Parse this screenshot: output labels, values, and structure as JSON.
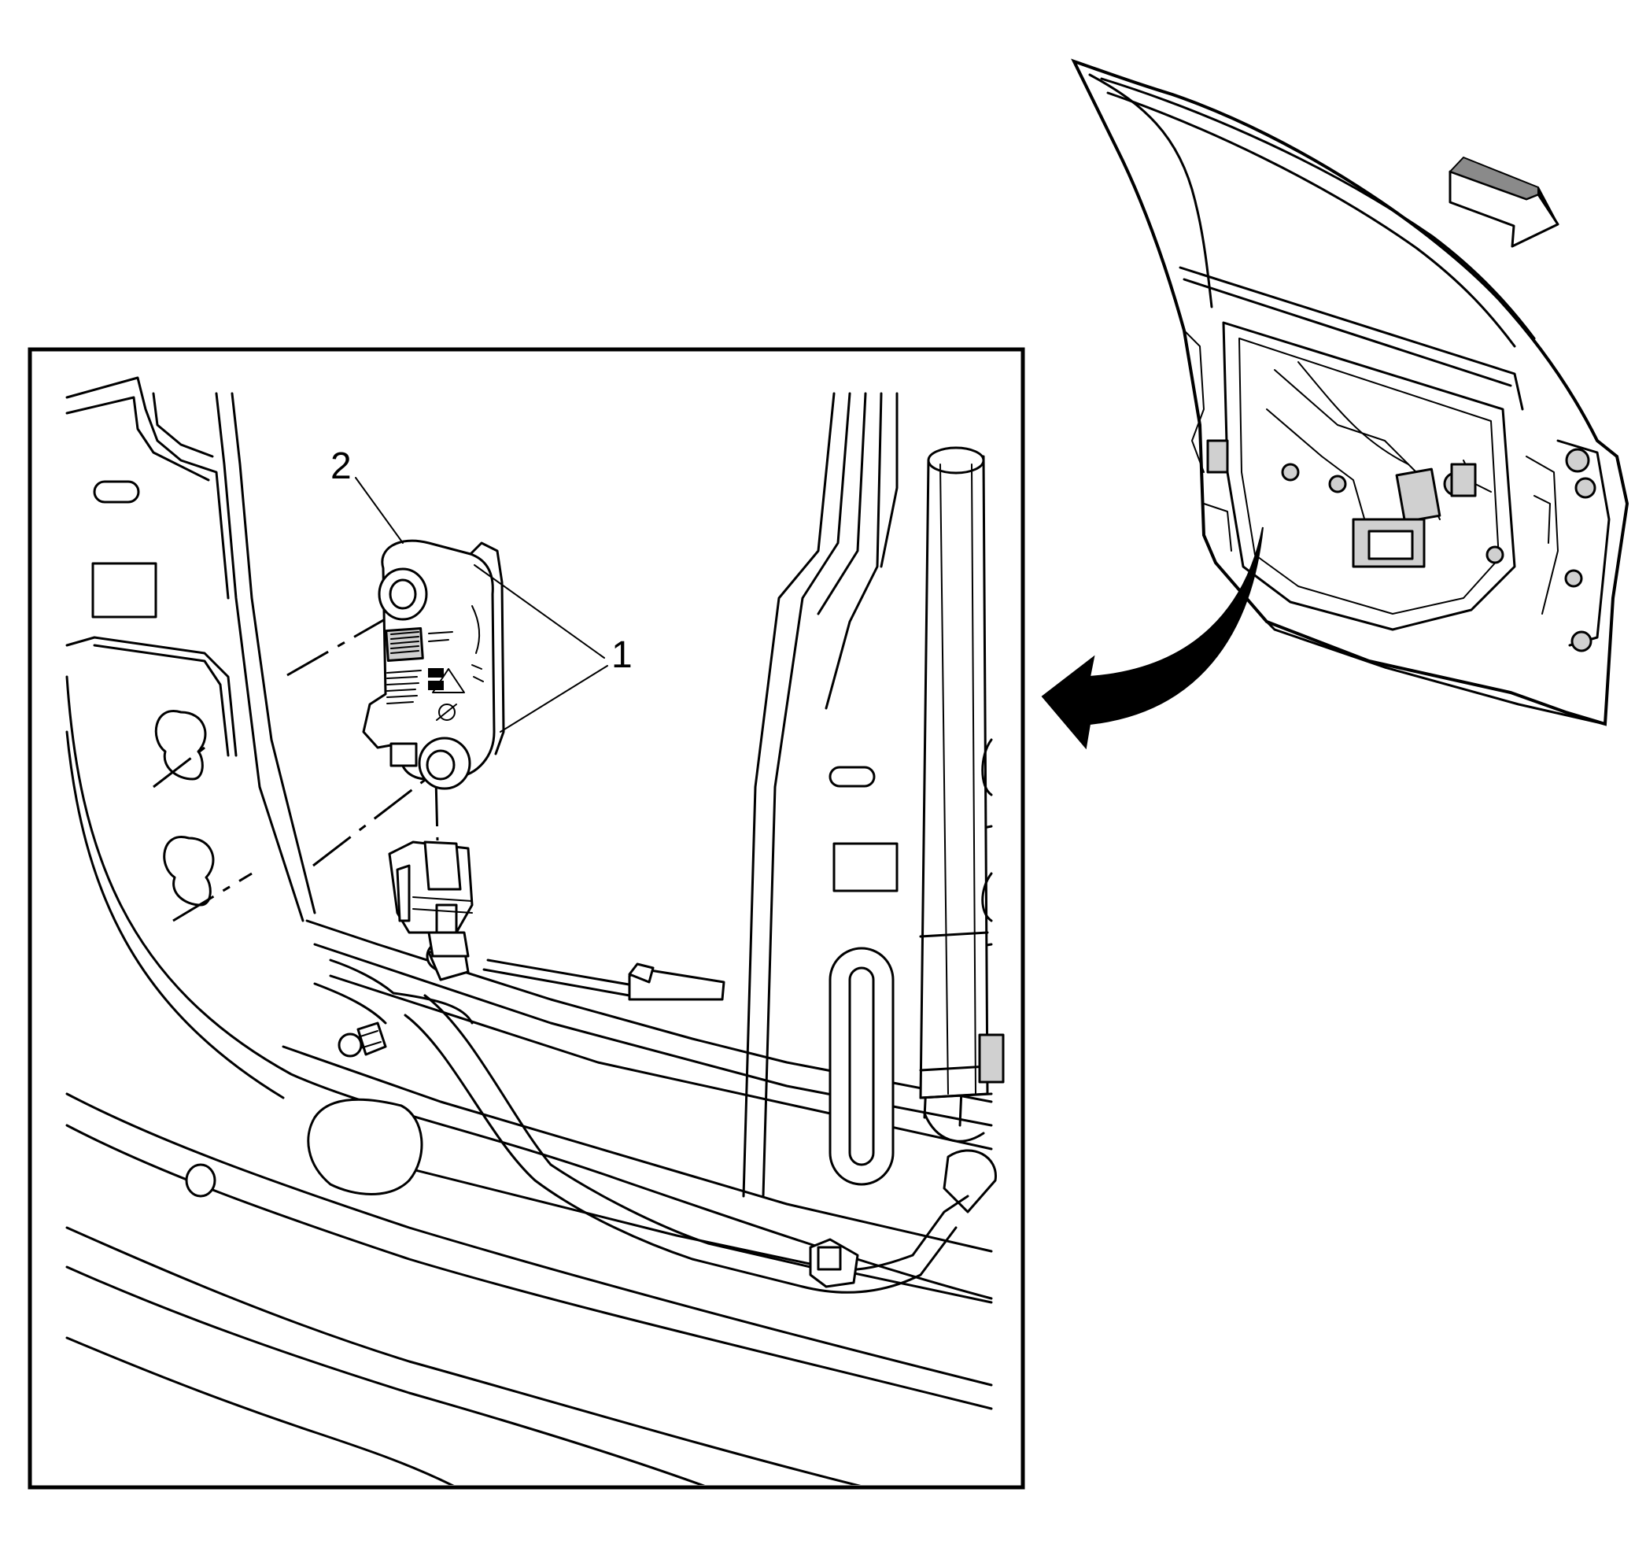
{
  "callouts": [
    {
      "id": "1",
      "label": "1"
    },
    {
      "id": "2",
      "label": "2"
    }
  ],
  "colors": {
    "line": "#000000",
    "background": "#ffffff",
    "shade": "#d0d0d0"
  },
  "icons": [
    "front-direction-arrow-icon",
    "detail-view-arrow-icon"
  ]
}
